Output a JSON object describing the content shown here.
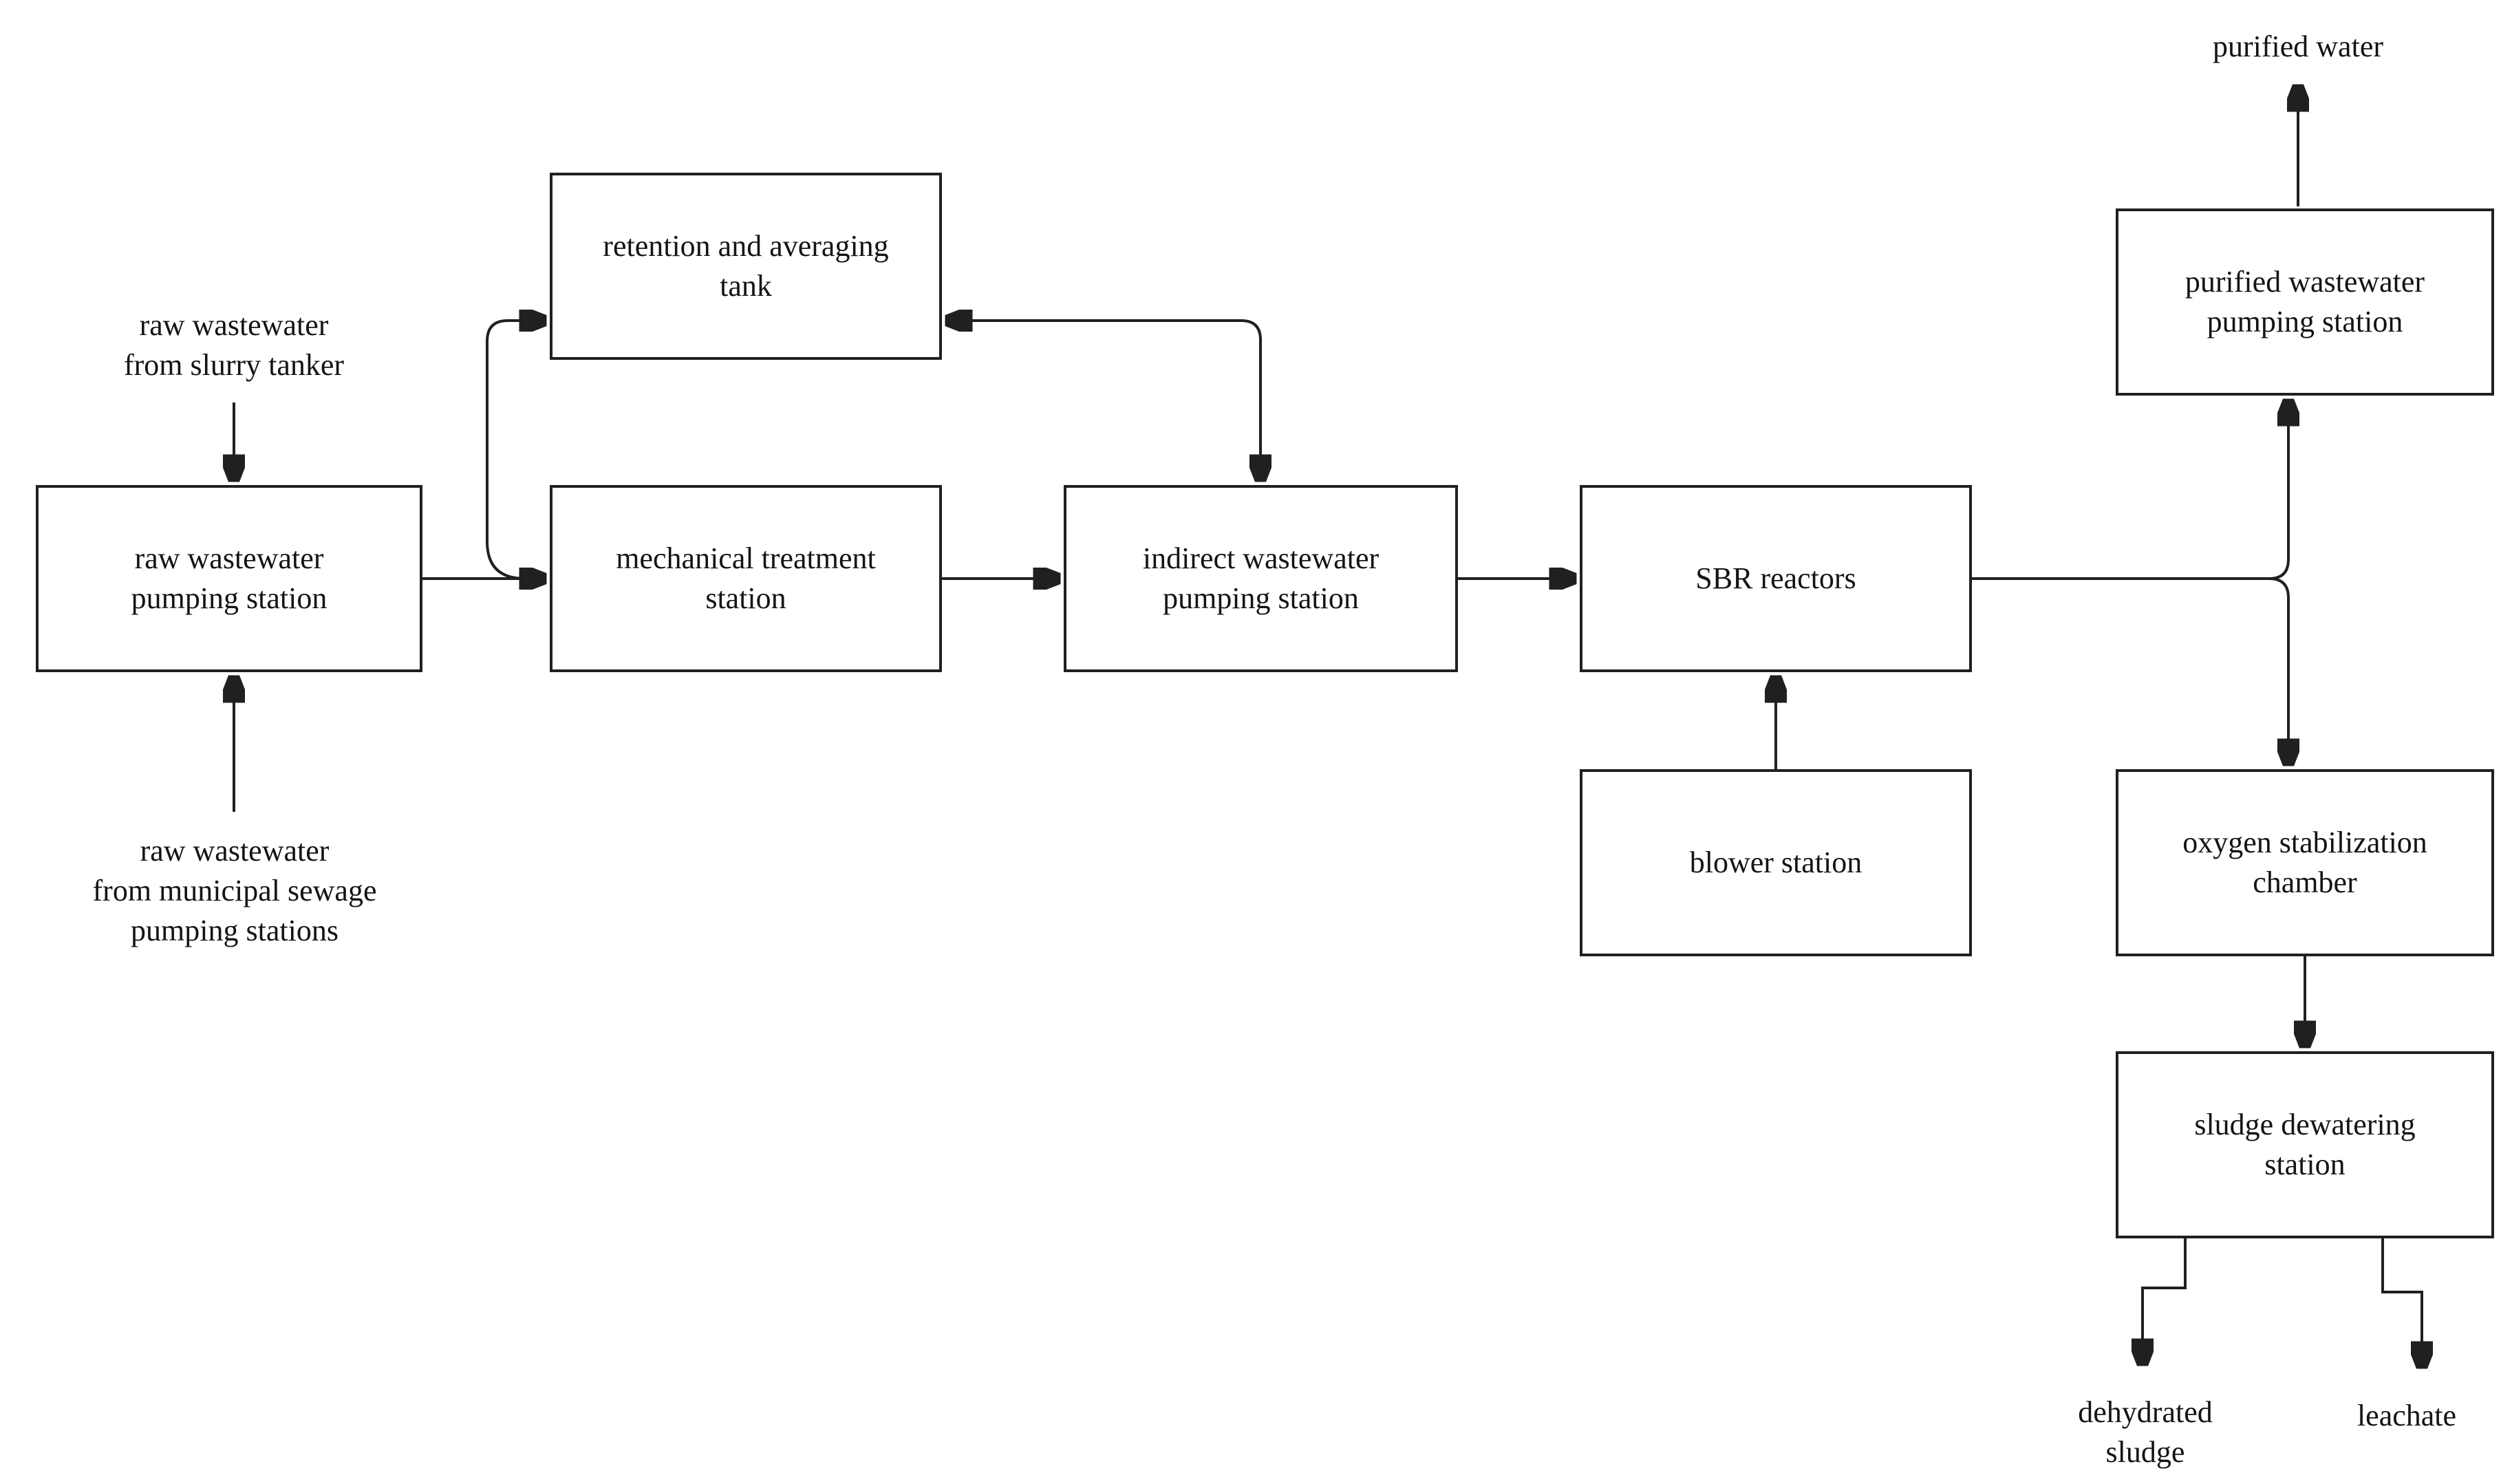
{
  "nodes": [
    {
      "id": "raw-wastewater-pumping-station",
      "label": "raw wastewater\npumping station"
    },
    {
      "id": "retention-and-averaging-tank",
      "label": "retention and averaging\ntank"
    },
    {
      "id": "mechanical-treatment-station",
      "label": "mechanical treatment\nstation"
    },
    {
      "id": "indirect-wastewater-pumping-station",
      "label": "indirect wastewater\npumping station"
    },
    {
      "id": "sbr-reactors",
      "label": "SBR reactors"
    },
    {
      "id": "blower-station",
      "label": "blower station"
    },
    {
      "id": "purified-wastewater-pumping-station",
      "label": "purified wastewater\npumping station"
    },
    {
      "id": "oxygen-stabilization-chamber",
      "label": "oxygen stabilization\nchamber"
    },
    {
      "id": "sludge-dewatering-station",
      "label": "sludge dewatering\nstation"
    }
  ],
  "labels": [
    {
      "id": "raw-wastewater-from-slurry-tanker",
      "text": "raw wastewater\nfrom slurry tanker"
    },
    {
      "id": "raw-wastewater-from-municipal",
      "text": "raw wastewater\nfrom  municipal sewage\npumping stations"
    },
    {
      "id": "purified-water",
      "text": "purified water"
    },
    {
      "id": "dehydrated-sludge",
      "text": "dehydrated\nsludge"
    },
    {
      "id": "leachate",
      "text": "leachate"
    }
  ],
  "edges": [
    {
      "from": "raw wastewater from slurry tanker",
      "to": "raw wastewater pumping station",
      "direction": "forward"
    },
    {
      "from": "raw wastewater from municipal sewage pumping stations",
      "to": "raw wastewater pumping station",
      "direction": "forward"
    },
    {
      "from": "raw wastewater pumping station",
      "to": "mechanical treatment station",
      "direction": "forward"
    },
    {
      "from": "raw wastewater pumping station",
      "to": "retention and averaging tank",
      "direction": "forward"
    },
    {
      "from": "indirect wastewater pumping station",
      "to": "retention and averaging tank",
      "direction": "both"
    },
    {
      "from": "mechanical treatment station",
      "to": "indirect wastewater pumping station",
      "direction": "forward"
    },
    {
      "from": "indirect wastewater pumping station",
      "to": "SBR reactors",
      "direction": "forward"
    },
    {
      "from": "blower station",
      "to": "SBR reactors",
      "direction": "forward"
    },
    {
      "from": "SBR reactors",
      "to": "purified wastewater pumping station",
      "direction": "forward"
    },
    {
      "from": "SBR reactors",
      "to": "oxygen stabilization chamber",
      "direction": "forward"
    },
    {
      "from": "purified wastewater pumping station",
      "to": "purified water",
      "direction": "forward"
    },
    {
      "from": "oxygen stabilization chamber",
      "to": "sludge dewatering station",
      "direction": "forward"
    },
    {
      "from": "sludge dewatering station",
      "to": "dehydrated sludge",
      "direction": "forward"
    },
    {
      "from": "sludge dewatering station",
      "to": "leachate",
      "direction": "forward"
    }
  ],
  "colors": {
    "background": "#ffffff",
    "line": "#202020",
    "box_fill": "#ffffff",
    "text": "#141414"
  }
}
